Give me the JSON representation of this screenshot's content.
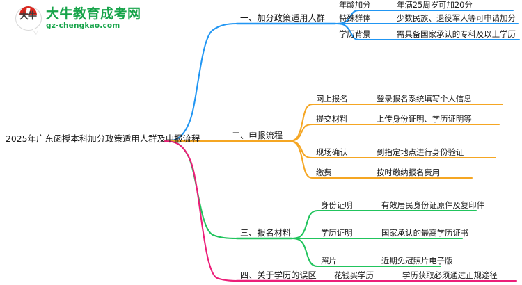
{
  "logo": {
    "mark_text": "大牛",
    "title": "大牛教育成考网",
    "domain": "gz-chengkao.com",
    "brand_green": "#17a44a",
    "brand_red": "#d9271e"
  },
  "mindmap": {
    "root": {
      "label": "2025年广东函授本科加分政策适用人群及申报流程"
    },
    "branches": [
      {
        "label": "一、加分政策适用人群",
        "color": "#2196f3",
        "children": [
          {
            "label": "年龄加分",
            "desc": "年满25周岁可加20分"
          },
          {
            "label": "特殊群体",
            "desc": "少数民族、退役军人等可申请加分"
          },
          {
            "label": "学历背景",
            "desc": "需具备国家承认的专科及以上学历"
          }
        ]
      },
      {
        "label": "二、申报流程",
        "color": "#f5a623",
        "children": [
          {
            "label": "网上报名",
            "desc": "登录报名系统填写个人信息"
          },
          {
            "label": "提交材料",
            "desc": "上传身份证明、学历证明等"
          },
          {
            "label": "现场确认",
            "desc": "到指定地点进行身份验证"
          },
          {
            "label": "缴费",
            "desc": "按时缴纳报名费用"
          }
        ]
      },
      {
        "label": "三、报名材料",
        "color": "#21c45d",
        "children": [
          {
            "label": "身份证明",
            "desc": "有效居民身份证原件及复印件"
          },
          {
            "label": "学历证明",
            "desc": "国家承认的最高学历证书"
          },
          {
            "label": "照片",
            "desc": "近期免冠照片电子版"
          }
        ]
      },
      {
        "label": "四、关于学历的误区",
        "color": "#ec1e79",
        "children": [
          {
            "label": "花钱买学历",
            "desc": "学历获取必须通过正规途径"
          }
        ]
      }
    ]
  }
}
